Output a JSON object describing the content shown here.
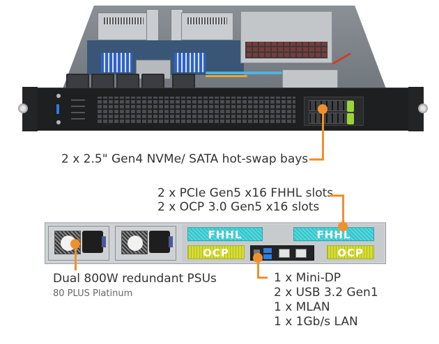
{
  "front_view": {
    "callout": {
      "text": "2 x 2.5\" Gen4 NVMe/ SATA hot-swap bays"
    }
  },
  "rear_view": {
    "slots": {
      "fhhl_label": "FHHL",
      "ocp_label": "OCP"
    },
    "callouts": {
      "expansion": {
        "line1": "2 x PCIe Gen5 x16 FHHL slots",
        "line2": "2 x OCP 3.0 Gen5 x16 slots"
      },
      "psu": {
        "line1": "Dual 800W  redundant PSUs",
        "line2": "80 PLUS Platinum"
      },
      "io": {
        "items": [
          "1 x Mini-DP",
          "2 x USB 3.2 Gen1",
          "1 x MLAN",
          "1 x 1Gb/s LAN"
        ]
      }
    }
  },
  "colors": {
    "callout_orange": "#f0902a",
    "text": "#333333",
    "subtext": "#666666",
    "fhhl_cyan": "#34c9cf",
    "ocp_yellow": "#d4dd33",
    "drive_latch_green": "#9bd43a"
  }
}
